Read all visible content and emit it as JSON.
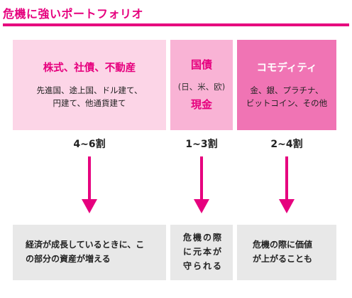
{
  "title": "危機に強いポートフォリオ",
  "colors": {
    "accent": "#e6007e",
    "box1": "#fcd5e7",
    "box2": "#f9b3d5",
    "box3": "#f074b4",
    "result_bg": "#e8e8e8"
  },
  "columns": [
    {
      "heading": "株式、社債、不動産",
      "detail_lines": [
        "先進国、途上国、ドル建て、",
        "円建て、他通貨建て"
      ],
      "ratio": "4~6割",
      "result_lines": [
        "経済が成長しているときに、こ",
        "の部分の資産が増える"
      ]
    },
    {
      "heading": "国債",
      "paren": "(日、米、欧)",
      "heading2": "現金",
      "ratio": "1~3割",
      "result_lines": [
        "危機の際",
        "に元本が",
        "守られる"
      ]
    },
    {
      "heading": "コモディティ",
      "detail_lines": [
        "金、銀、プラチナ、",
        "ビットコイン、その他"
      ],
      "ratio": "2~4割",
      "result_lines": [
        "危機の際に価値",
        "が上がることも"
      ]
    }
  ],
  "icons": {
    "arrow": "arrow-down-icon"
  }
}
